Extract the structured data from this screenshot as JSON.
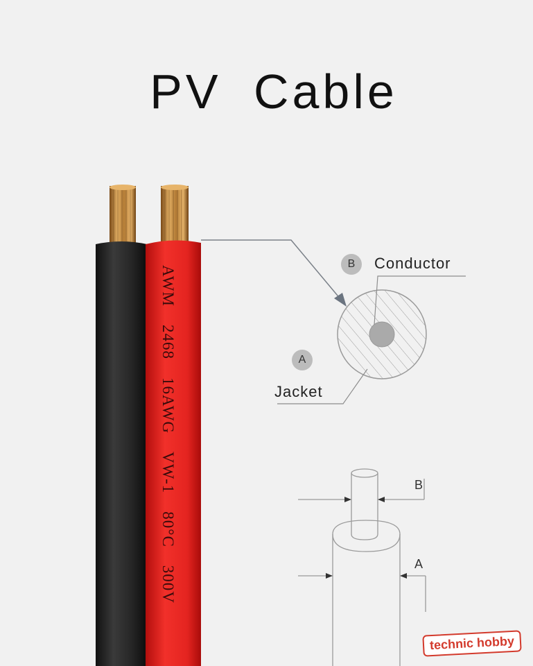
{
  "title": "PV  Cable",
  "cable_print": [
    "AWM",
    "2468",
    "16AWG",
    "VW-1",
    "80°C",
    "300V"
  ],
  "cross_section": {
    "badge_b": "B",
    "conductor_label": "Conductor",
    "badge_a": "A",
    "jacket_label": "Jacket"
  },
  "dimension": {
    "label_b": "B",
    "label_a": "A"
  },
  "watermark": "technic hobby",
  "colors": {
    "black_wire": "#1e1e1e",
    "red_wire": "#e8211d",
    "copper": "#c99046",
    "badge": "#bcbcbc",
    "watermark": "#d33a2c"
  }
}
